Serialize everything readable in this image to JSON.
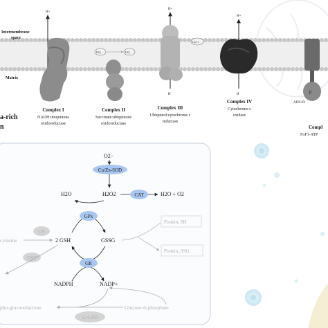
{
  "membrane": {
    "intermembrane_label": "Intermembrane space",
    "intermembrane_line1": "Intermembrane",
    "intermembrane_line2": "space",
    "matrix_label": "Matrix",
    "proton_label": "H+",
    "proton_lower": "H",
    "uq_label": "UQ",
    "cytc_label": "Cyt c",
    "adp_label": "ADP+Pi",
    "beta_label": "β"
  },
  "left_fragment": {
    "line1": "a-rich",
    "line2": "n"
  },
  "complexes": [
    {
      "name": "Complex I",
      "desc_line1": "NADH:ubiquinone",
      "desc_line2": "oxidoreductase",
      "desc_line3": ""
    },
    {
      "name": "Complex II",
      "desc_line1": "Succinate:ubiquinone",
      "desc_line2": "oxidoreductase",
      "desc_line3": ""
    },
    {
      "name": "Complex III",
      "desc_line1": "Ubiquinol:cytochrome c",
      "desc_line2": "reductase",
      "desc_line3": ""
    },
    {
      "name": "Complex IV",
      "desc_line1": "Cytochrome c",
      "desc_line2": "oxidase",
      "desc_line3": ""
    },
    {
      "name": "Compl",
      "desc_line1": "FoF1-ATP",
      "desc_line2": "",
      "desc_line3": ""
    }
  ],
  "pathway": {
    "superoxide": "O2−",
    "sod": "Cu/Zn-SOD",
    "h2o": "H2O",
    "h2o2": "H2O2",
    "cat": "CAT",
    "cat_product": "H2O + O2",
    "gpx": "GPx",
    "gs": "GS",
    "cysteine": "cysteine",
    "gsh": "2 GSH",
    "gssg": "GSSG",
    "protein_sh": "Protein_SH",
    "protein_ssg": "Protein_SSG",
    "gst": "GST",
    "gr": "GR",
    "nadph": "NADPH",
    "nadp": "NADP+",
    "gluconolactone": "pho-gluconolactone",
    "g6p": "Glucose-6-phosphate",
    "g6pd": "G-6-PD"
  },
  "colors": {
    "enzyme_blue": "#a9c6f0",
    "enzyme_gray": "#d4d4d4",
    "membrane_lipid": "#c7c7c7",
    "panel_border": "#cfd8e3"
  }
}
